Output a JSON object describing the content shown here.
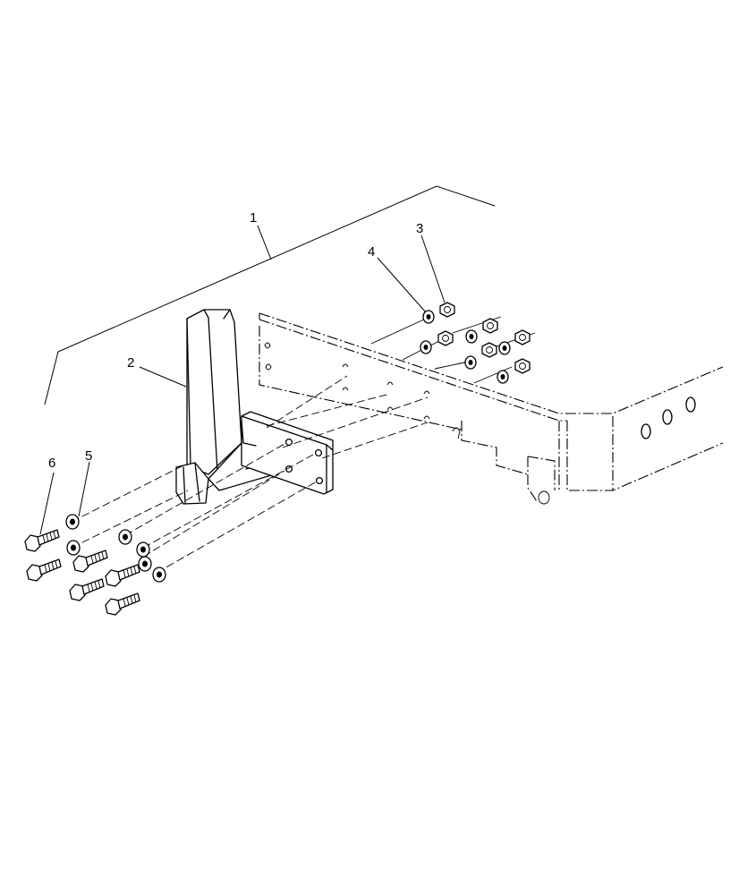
{
  "callouts": {
    "c1": "1",
    "c2": "2",
    "c3": "3",
    "c4": "4",
    "c5": "5",
    "c6": "6"
  },
  "icons": {
    "bracket": "front-bracket-drawing",
    "frame": "frame-rail-phantom-drawing",
    "bolts": "hex-bolt-icon",
    "washers": "flat-washer-icon",
    "nuts": "hex-nut-icon",
    "lockwashers": "lock-washer-icon"
  },
  "colors": {
    "ink": "#000000",
    "background": "#ffffff"
  }
}
